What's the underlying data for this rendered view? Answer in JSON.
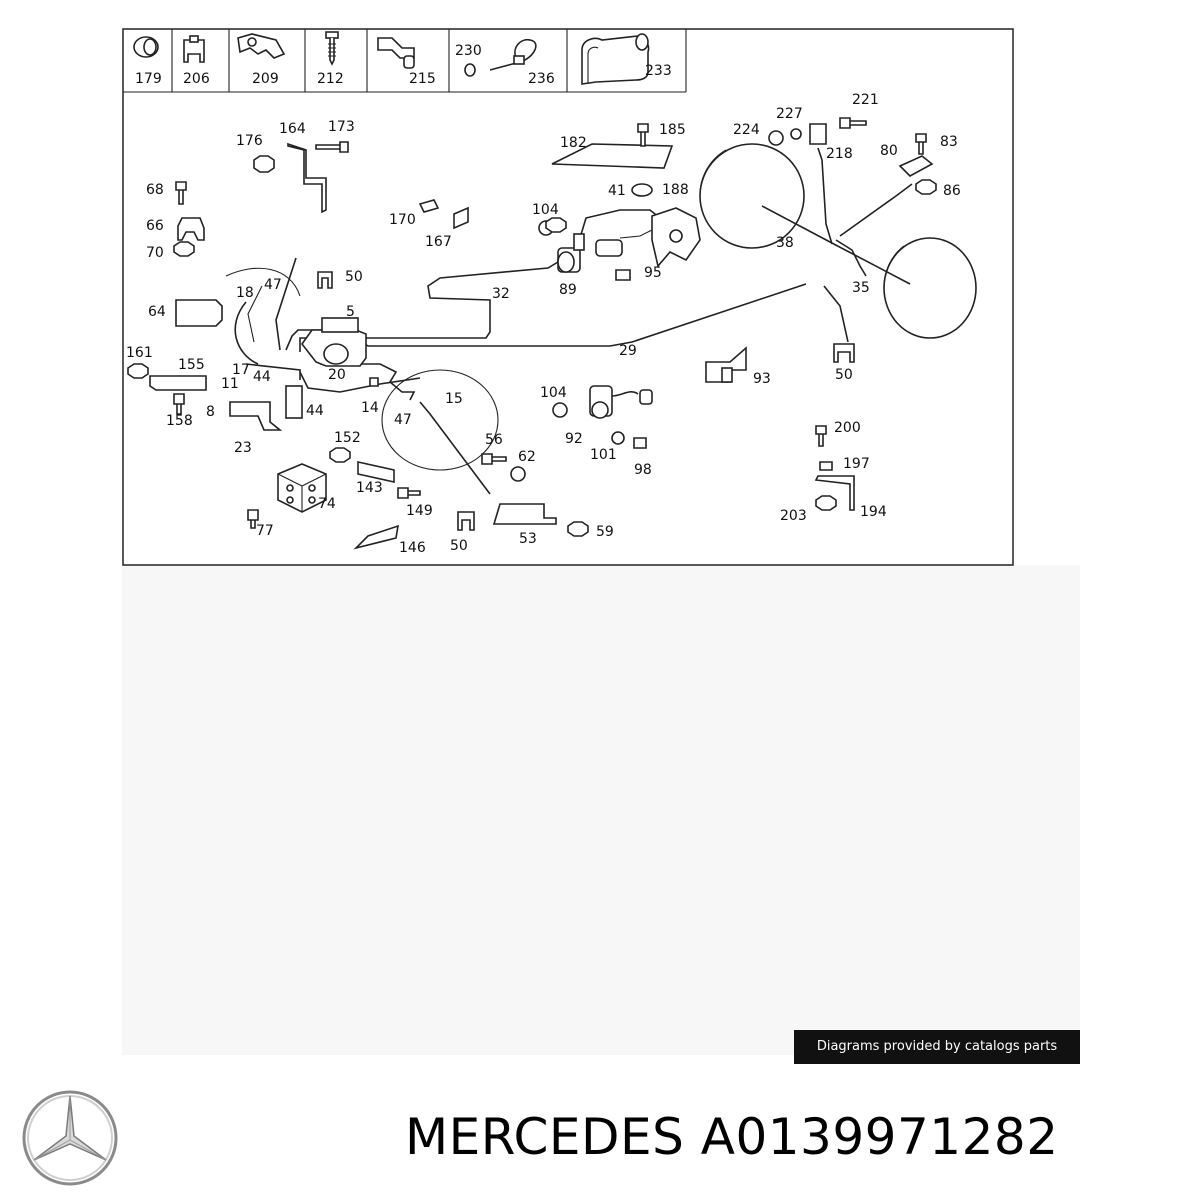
{
  "header_parts": [
    "179",
    "206",
    "209",
    "212",
    "215",
    "230",
    "236",
    "233"
  ],
  "callouts": {
    "c176": "176",
    "c164": "164",
    "c173": "173",
    "c68": "68",
    "c66": "66",
    "c70": "70",
    "c170": "170",
    "c167": "167",
    "c182": "182",
    "c185": "185",
    "c41": "41",
    "c188": "188",
    "c104a": "104",
    "c227": "227",
    "c221": "221",
    "c224": "224",
    "c218": "218",
    "c83": "83",
    "c80": "80",
    "c86": "86",
    "c38": "38",
    "c35": "35",
    "c18": "18",
    "c47a": "47",
    "c50a": "50",
    "c64": "64",
    "c5": "5",
    "c32": "32",
    "c89": "89",
    "c95": "95",
    "c29": "29",
    "c161": "161",
    "c155": "155",
    "c17": "17",
    "c11": "11",
    "c44a": "44",
    "c20": "20",
    "c8": "8",
    "c158": "158",
    "c44b": "44",
    "c14": "14",
    "c47b": "47",
    "c15": "15",
    "c104b": "104",
    "c93": "93",
    "c50b": "50",
    "c23": "23",
    "c152": "152",
    "c56": "56",
    "c92": "92",
    "c101": "101",
    "c62": "62",
    "c98": "98",
    "c200": "200",
    "c197": "197",
    "c143": "143",
    "c74": "74",
    "c149": "149",
    "c77": "77",
    "c146": "146",
    "c50c": "50",
    "c53": "53",
    "c59": "59",
    "c203": "203",
    "c194": "194"
  },
  "credit": "Diagrams provided by catalogs parts",
  "brand": "MERCEDES",
  "part_number": "A0139971282",
  "logo_icon": "mercedes-star-icon"
}
